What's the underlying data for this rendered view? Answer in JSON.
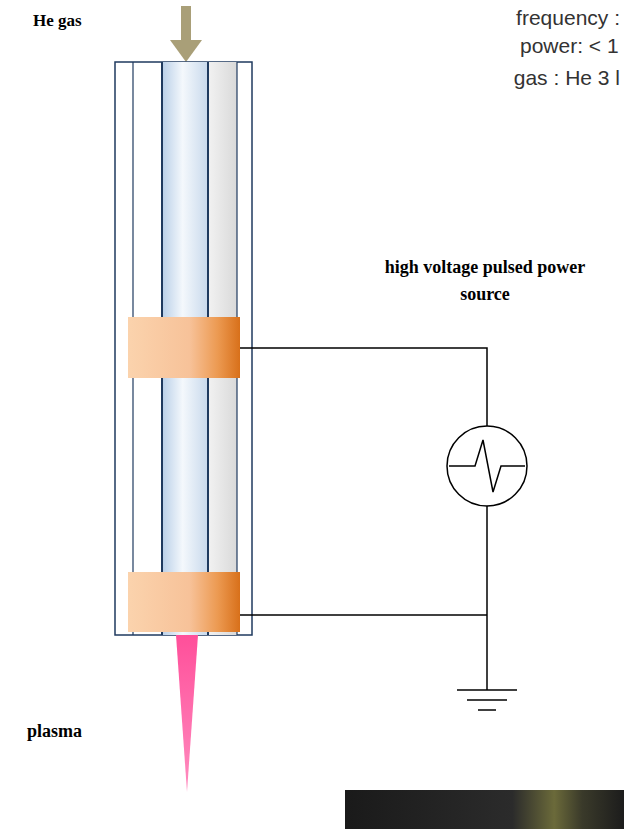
{
  "diagram": {
    "labels": [
      "He gas",
      "frequency :",
      "power:  < 1",
      "gas :  He  3 l",
      "high voltage pulsed power source",
      "plasma"
    ]
  }
}
